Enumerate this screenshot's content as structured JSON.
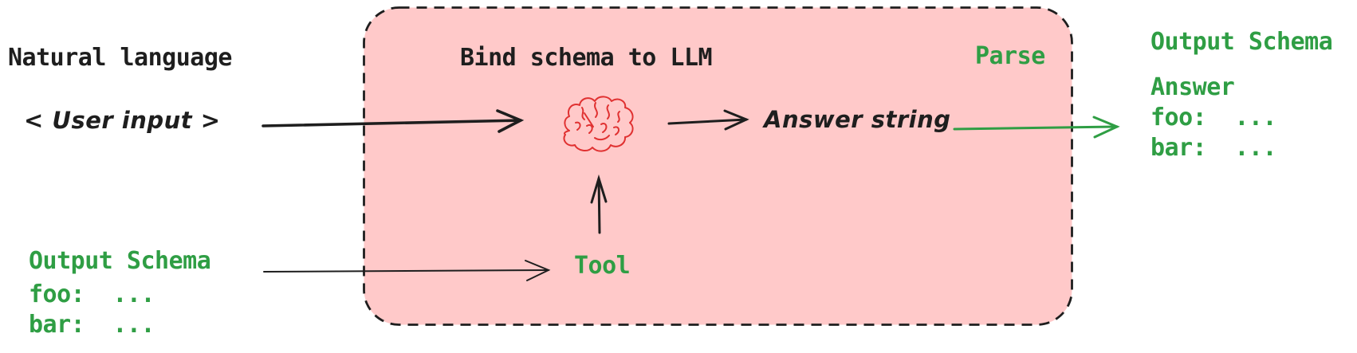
{
  "diagram": {
    "left_column": {
      "natural_language_label": "Natural language",
      "user_input_label": "< User input >",
      "output_schema_title": "Output Schema",
      "foo_line": "foo:  ...",
      "bar_line": "bar:  ..."
    },
    "binding_box": {
      "title": "Bind schema to LLM",
      "parse_label": "Parse",
      "answer_string_label": "Answer string",
      "tool_label": "Tool",
      "brain_icon": "brain-icon"
    },
    "right_column": {
      "output_schema_title": "Output Schema",
      "answer_label": "Answer",
      "foo_line": "foo:  ...",
      "bar_line": "bar:  ..."
    },
    "colors": {
      "background": "#ffffff",
      "box_fill": "#ffc9c9",
      "ink": "#1e1e1e",
      "green": "#2f9e44",
      "brain_red": "#e03131"
    }
  }
}
